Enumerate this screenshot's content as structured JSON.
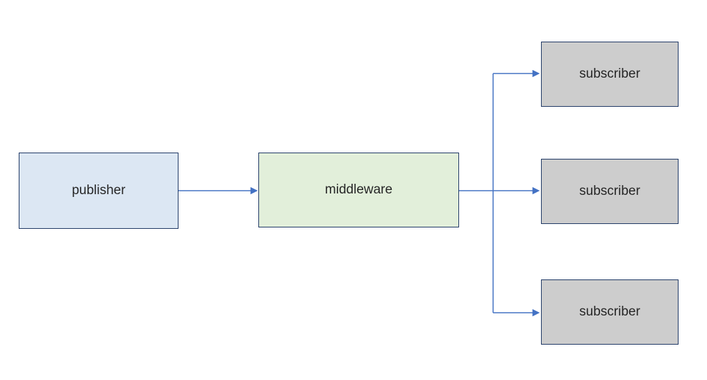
{
  "diagram": {
    "colors": {
      "background": "#ffffff",
      "connector": "#4472c4",
      "node_border": "#1f3864",
      "publisher_fill": "#dce7f3",
      "middleware_fill": "#e2efda",
      "subscriber_fill": "#cdcdcd",
      "label_text": "#262626"
    },
    "nodes": {
      "publisher": {
        "label": "publisher"
      },
      "middleware": {
        "label": "middleware"
      },
      "subscriber1": {
        "label": "subscriber"
      },
      "subscriber2": {
        "label": "subscriber"
      },
      "subscriber3": {
        "label": "subscriber"
      }
    }
  }
}
